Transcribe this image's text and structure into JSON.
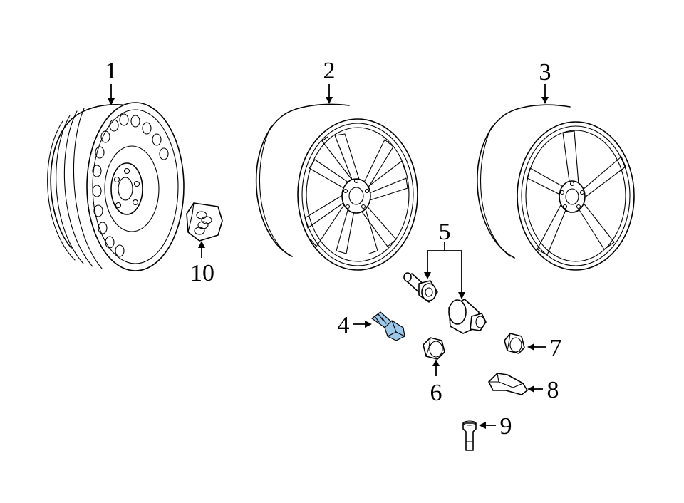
{
  "diagram": {
    "highlight_color": "#9cc8ea",
    "callouts": {
      "c1": "1",
      "c2": "2",
      "c3": "3",
      "c4": "4",
      "c5": "5",
      "c6": "6",
      "c7": "7",
      "c8": "8",
      "c9": "9",
      "c10": "10"
    },
    "parts": [
      {
        "callout": "1",
        "icon": "steel-wheel-icon"
      },
      {
        "callout": "2",
        "icon": "multi-spoke-alloy-wheel-icon"
      },
      {
        "callout": "3",
        "icon": "five-spoke-alloy-wheel-icon"
      },
      {
        "callout": "4",
        "icon": "wheel-bolt-icon",
        "highlighted": true
      },
      {
        "callout": "5",
        "icon": "lock-bolt-set-icon"
      },
      {
        "callout": "6",
        "icon": "bolt-cap-icon"
      },
      {
        "callout": "7",
        "icon": "lug-nut-cap-icon"
      },
      {
        "callout": "8",
        "icon": "removal-tool-icon"
      },
      {
        "callout": "9",
        "icon": "valve-stem-icon"
      },
      {
        "callout": "10",
        "icon": "center-cap-icon"
      }
    ]
  }
}
